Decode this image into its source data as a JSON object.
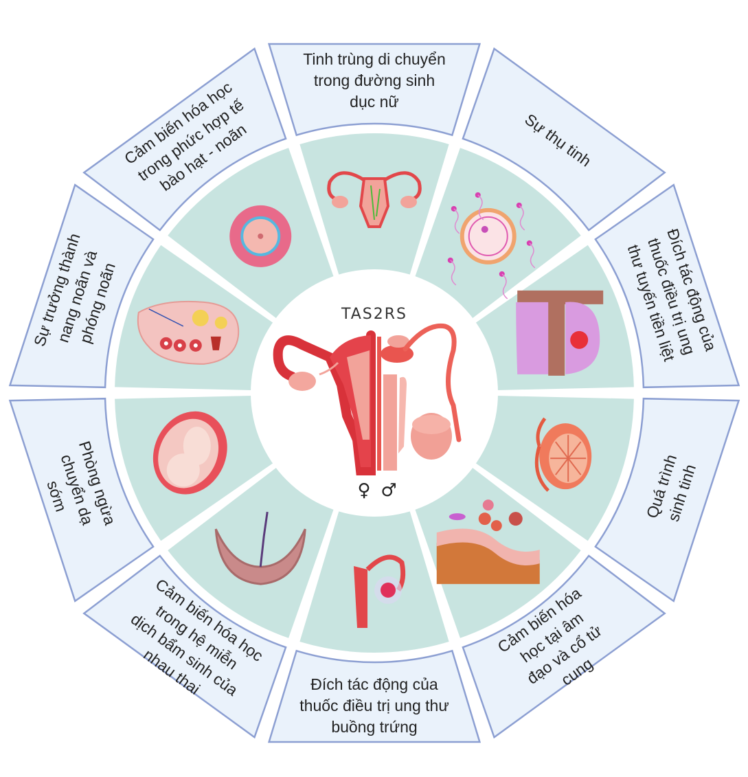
{
  "center": {
    "title": "TAS2RS",
    "female_symbol": "♀",
    "male_symbol": "♂"
  },
  "colors": {
    "box_fill": "#eaf2fb",
    "box_stroke": "#8c9fd2",
    "ring_fill": "#c8e4e0",
    "organ_red": "#e2474a",
    "organ_pink": "#f2a39a"
  },
  "segments": [
    {
      "icon": "uterus-sperm-icon",
      "lines": [
        "Tinh trùng di chuyển",
        "trong đường sinh",
        "dục nữ"
      ]
    },
    {
      "icon": "fertilization-icon",
      "lines": [
        "Sự thụ tinh"
      ]
    },
    {
      "icon": "prostate-icon",
      "lines": [
        "Đích tác động của",
        "thuốc điều trị ung",
        "thư tuyến tiền liệt"
      ]
    },
    {
      "icon": "testis-icon",
      "lines": [
        "Quá trình",
        "sinh tinh"
      ]
    },
    {
      "icon": "vaginal-tissue-icon",
      "lines": [
        "Cảm biến hóa",
        "học tại âm",
        "đạo và cổ tử",
        "cung"
      ]
    },
    {
      "icon": "ovary-tumor-icon",
      "lines": [
        "Đích tác động của",
        "thuốc điều trị ung thư",
        "buồng trứng"
      ]
    },
    {
      "icon": "placenta-icon",
      "lines": [
        "Cảm biến hóa học",
        "trong hệ miễn",
        "dịch bẩm sinh của",
        "nhau thai"
      ]
    },
    {
      "icon": "fetus-icon",
      "lines": [
        "Phòng ngừa",
        "chuyển dạ",
        "sớm"
      ]
    },
    {
      "icon": "ovary-follicles-icon",
      "lines": [
        "Sự trưởng thành",
        "nang noãn và",
        "phóng noãn"
      ]
    },
    {
      "icon": "cumulus-oocyte-icon",
      "lines": [
        "Cảm biến hóa học",
        "trong phức hợp tế",
        "bào hạt - noãn"
      ]
    }
  ]
}
